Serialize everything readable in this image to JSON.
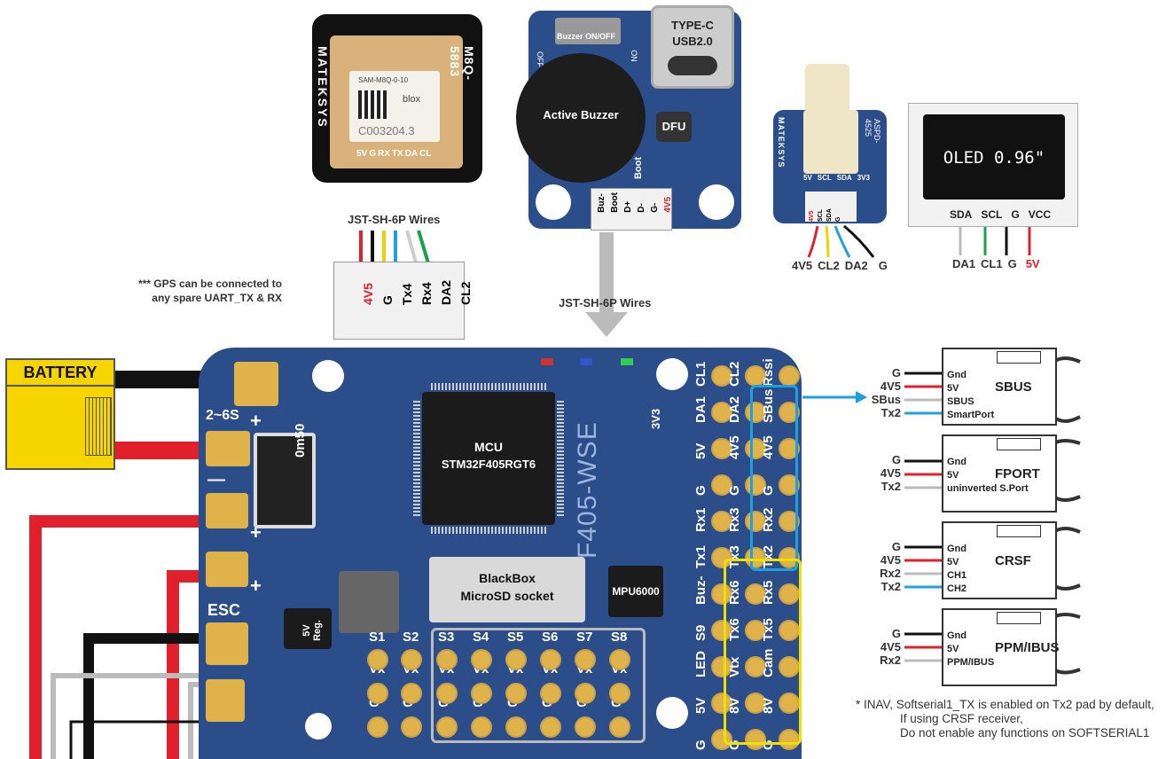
{
  "gps": {
    "brand": "MATEKSYS",
    "model": "M8Q-5883",
    "chip_top": "SAM-M8Q-0-10",
    "chip_brand": "blox",
    "chip_code": "C003204.3",
    "pins": [
      "5V",
      "G",
      "RX",
      "TX",
      "DA",
      "CL"
    ],
    "wires_label": "JST-SH-6P Wires",
    "connector_pins": [
      "4V5",
      "G",
      "Tx4",
      "Rx4",
      "DA2",
      "CL2"
    ],
    "note_line1": "*** GPS can be connected to",
    "note_line2": "any spare UART_TX & RX"
  },
  "buzzer": {
    "switch_label": "Buzzer ON/OFF",
    "off": "OFF",
    "on": "ON",
    "usb_line1": "TYPE-C",
    "usb_line2": "USB2.0",
    "buzzer_label": "Active Buzzer",
    "dfu_label": "DFU",
    "boot_label": "Boot",
    "side_pins": [
      "Buz-",
      "Boot",
      "D+",
      "D-",
      "G-",
      "4V5"
    ],
    "wires_label": "JST-SH-6P Wires"
  },
  "airspeed": {
    "brand": "MATEKSYS",
    "model": "ASPD-4525",
    "pins": [
      "5V",
      "SCL",
      "SDA",
      "3V3"
    ],
    "conn_pins": [
      "4V5",
      "SCL",
      "SDA",
      "G"
    ],
    "wire_labels": [
      "4V5",
      "CL2",
      "DA2",
      "G"
    ]
  },
  "oled": {
    "screen_text": "OLED 0.96\"",
    "pins": [
      "SDA",
      "SCL",
      "G",
      "VCC"
    ],
    "wire_labels": [
      "DA1",
      "CL1",
      "G",
      "5V"
    ]
  },
  "battery": {
    "label": "BATTERY",
    "cells": "2~6S",
    "plus": "+",
    "minus": "—"
  },
  "fc": {
    "model": "F405-WSE",
    "mcu_line1": "MCU",
    "mcu_line2": "STM32F405RGT6",
    "blackbox_line1": "BlackBox",
    "blackbox_line2": "MicroSD socket",
    "gyro": "MPU6000",
    "shunt": "0m50",
    "reg": "5V Reg.",
    "esc": "ESC",
    "v3v3": "3V3",
    "col1": [
      "CL1",
      "DA1",
      "5V",
      "G",
      "Rx1",
      "Tx1",
      "Buz-",
      "S9",
      "LED",
      "5V",
      "G"
    ],
    "col2": [
      "CL2",
      "DA2",
      "4V5",
      "G",
      "Rx3",
      "Tx3",
      "Rx6",
      "Tx6",
      "Vtx",
      "8V",
      "G"
    ],
    "col3": [
      "Rssi",
      "SBus",
      "4V5",
      "G",
      "Rx2",
      "Tx2",
      "Rx5",
      "Tx5",
      "Cam",
      "8V",
      "G"
    ],
    "servo_top": [
      "S1",
      "S2",
      "S3",
      "S4",
      "S5",
      "S6",
      "S7",
      "S8"
    ],
    "servo_mid": [
      "Vx",
      "Vx",
      "Vx",
      "Vx",
      "Vx",
      "Vx",
      "Vx",
      "Vx"
    ],
    "servo_bot": [
      "G",
      "G",
      "G",
      "G",
      "G",
      "G",
      "G",
      "G"
    ]
  },
  "receivers": [
    {
      "name": "SBUS",
      "pins": [
        "Gnd",
        "5V",
        "SBUS",
        "SmartPort"
      ],
      "wires": [
        "G",
        "4V5",
        "SBus",
        "Tx2"
      ]
    },
    {
      "name": "FPORT",
      "pins": [
        "Gnd",
        "5V",
        "uninverted S.Port"
      ],
      "wires": [
        "G",
        "4V5",
        "Tx2"
      ]
    },
    {
      "name": "CRSF",
      "pins": [
        "Gnd",
        "5V",
        "CH1",
        "CH2"
      ],
      "wires": [
        "G",
        "4V5",
        "Rx2",
        "Tx2"
      ]
    },
    {
      "name": "PPM/IBUS",
      "pins": [
        "Gnd",
        "5V",
        "PPM/IBUS"
      ],
      "wires": [
        "G",
        "4V5",
        "Rx2"
      ]
    }
  ],
  "footnote": {
    "line1": "* INAV, Softserial1_TX is enabled on Tx2 pad by default,",
    "line2": "If using CRSF receiver,",
    "line3": "Do not enable any functions on SOFTSERIAL1"
  },
  "colors": {
    "board": "#2b4d8a",
    "pad": "#e0b24a",
    "sbus_highlight": "#1e9fe0",
    "uart_highlight": "#f0e000",
    "wire_red": "#e0202a",
    "wire_black": "#111111",
    "wire_yellow": "#f2d000",
    "wire_blue": "#20a0e0",
    "wire_green": "#1aa048",
    "wire_grey": "#bbbbbb",
    "battery": "#f5d400"
  }
}
